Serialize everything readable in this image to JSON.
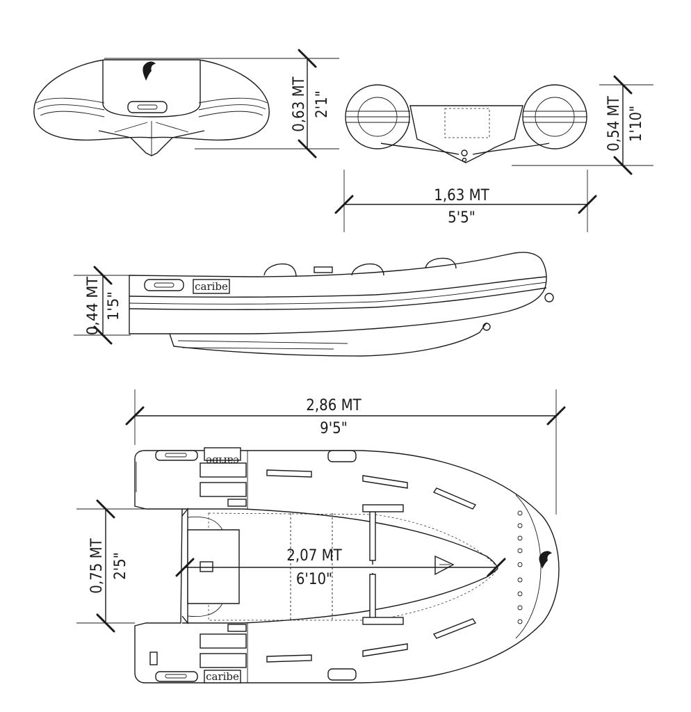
{
  "brand": {
    "logo_text": "caribe",
    "mascot_icon": "dolphin-icon"
  },
  "views": {
    "front": {
      "height_metric": "0,63 MT",
      "height_imperial": "2'1\""
    },
    "rear": {
      "height_metric": "0,54 MT",
      "height_imperial": "1'10\"",
      "beam_metric": "1,63 MT",
      "beam_imperial": "5'5\""
    },
    "side": {
      "tube_metric": "0,44 MT",
      "tube_imperial": "1'5\""
    },
    "top": {
      "length_metric": "2,86 MT",
      "length_imperial": "9'5\"",
      "inner_length_metric": "2,07 MT",
      "inner_length_imperial": "6'10\"",
      "inner_beam_metric": "0,75 MT",
      "inner_beam_imperial": "2'5\""
    }
  },
  "colors": {
    "line": "#1a1a1a",
    "background": "#ffffff"
  }
}
